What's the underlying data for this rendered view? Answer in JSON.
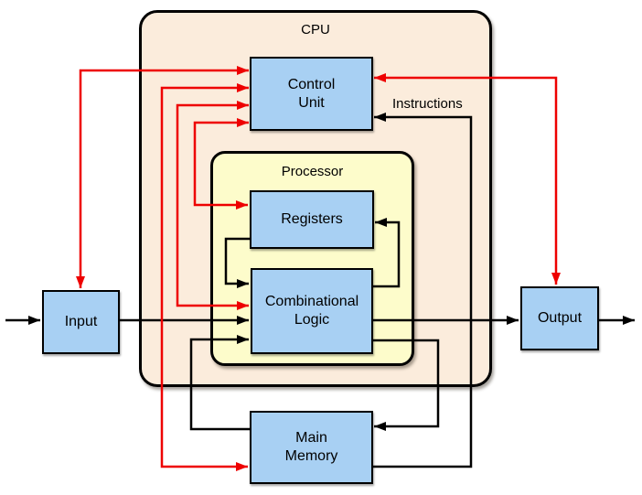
{
  "diagram": {
    "containers": {
      "cpu": {
        "label": "CPU"
      },
      "processor": {
        "label": "Processor"
      }
    },
    "nodes": {
      "control_unit": {
        "lines": [
          "Control",
          "Unit"
        ]
      },
      "registers": {
        "lines": [
          "Registers"
        ]
      },
      "combinational_logic": {
        "lines": [
          "Combinational",
          "Logic"
        ]
      },
      "input": {
        "lines": [
          "Input"
        ]
      },
      "output": {
        "lines": [
          "Output"
        ]
      },
      "main_memory": {
        "lines": [
          "Main",
          "Memory"
        ]
      }
    },
    "edges": {
      "data": [
        {
          "from": "external_input",
          "to": "input",
          "type": "data"
        },
        {
          "from": "input",
          "to": "combinational_logic",
          "type": "data"
        },
        {
          "from": "combinational_logic",
          "to": "output",
          "type": "data"
        },
        {
          "from": "output",
          "to": "external_output",
          "type": "data"
        },
        {
          "from": "registers",
          "to": "combinational_logic",
          "type": "data"
        },
        {
          "from": "combinational_logic",
          "to": "registers",
          "type": "data"
        },
        {
          "from": "combinational_logic",
          "to": "main_memory",
          "type": "data"
        },
        {
          "from": "main_memory",
          "to": "combinational_logic",
          "type": "data"
        },
        {
          "from": "main_memory",
          "to": "control_unit",
          "type": "data",
          "label": "Instructions"
        },
        {
          "from": "control_unit",
          "to": "input",
          "type": "control",
          "bidirectional": true
        },
        {
          "from": "control_unit",
          "to": "output",
          "type": "control",
          "bidirectional": true
        },
        {
          "from": "control_unit",
          "to": "main_memory",
          "type": "control",
          "bidirectional": true
        },
        {
          "from": "control_unit",
          "to": "combinational_logic",
          "type": "control",
          "bidirectional": true
        },
        {
          "from": "control_unit",
          "to": "registers",
          "type": "control",
          "bidirectional": true
        }
      ]
    },
    "colors": {
      "background": "#ffffff",
      "cpu_fill": "#fbecdc",
      "processor_fill": "#fdfccb",
      "node_fill": "#a8d0f3",
      "border": "#000000",
      "data_path": "#000000",
      "control_path": "#ee0000"
    }
  }
}
